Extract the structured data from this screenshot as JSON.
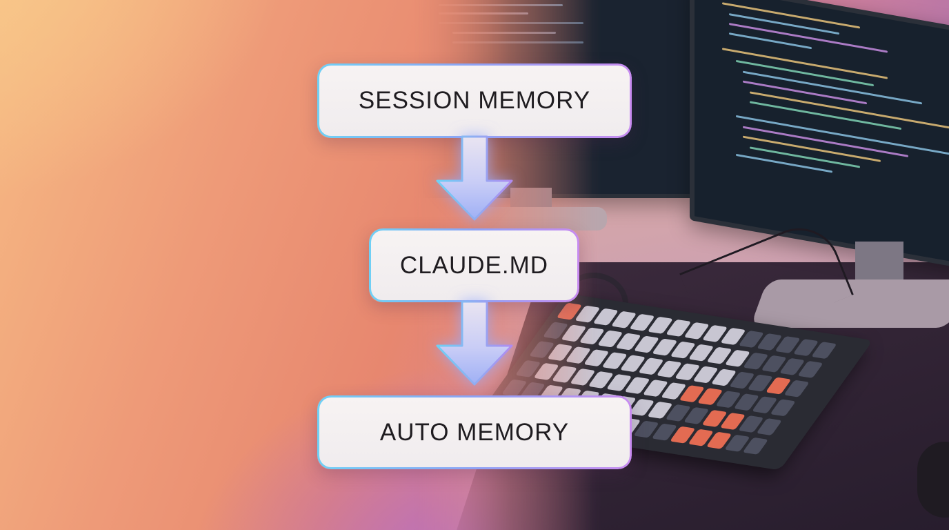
{
  "diagram": {
    "nodes": [
      {
        "label": "SESSION MEMORY"
      },
      {
        "label": "CLAUDE.MD"
      },
      {
        "label": "AUTO MEMORY"
      }
    ],
    "edges": [
      {
        "from": "SESSION MEMORY",
        "to": "CLAUDE.MD",
        "direction": "down"
      },
      {
        "from": "CLAUDE.MD",
        "to": "AUTO MEMORY",
        "direction": "down"
      }
    ]
  },
  "colors": {
    "node_fill": "#f4f0f1",
    "node_text": "#1f1c20",
    "border_cyan": "#6fd0f5",
    "border_violet": "#c88bf0",
    "arrow_fill": "#9fb0f5",
    "background_warm": "#f6b983",
    "background_purple": "#9a6ab4"
  },
  "background": {
    "scene": "desk with two monitors showing code and a mechanical keyboard"
  }
}
